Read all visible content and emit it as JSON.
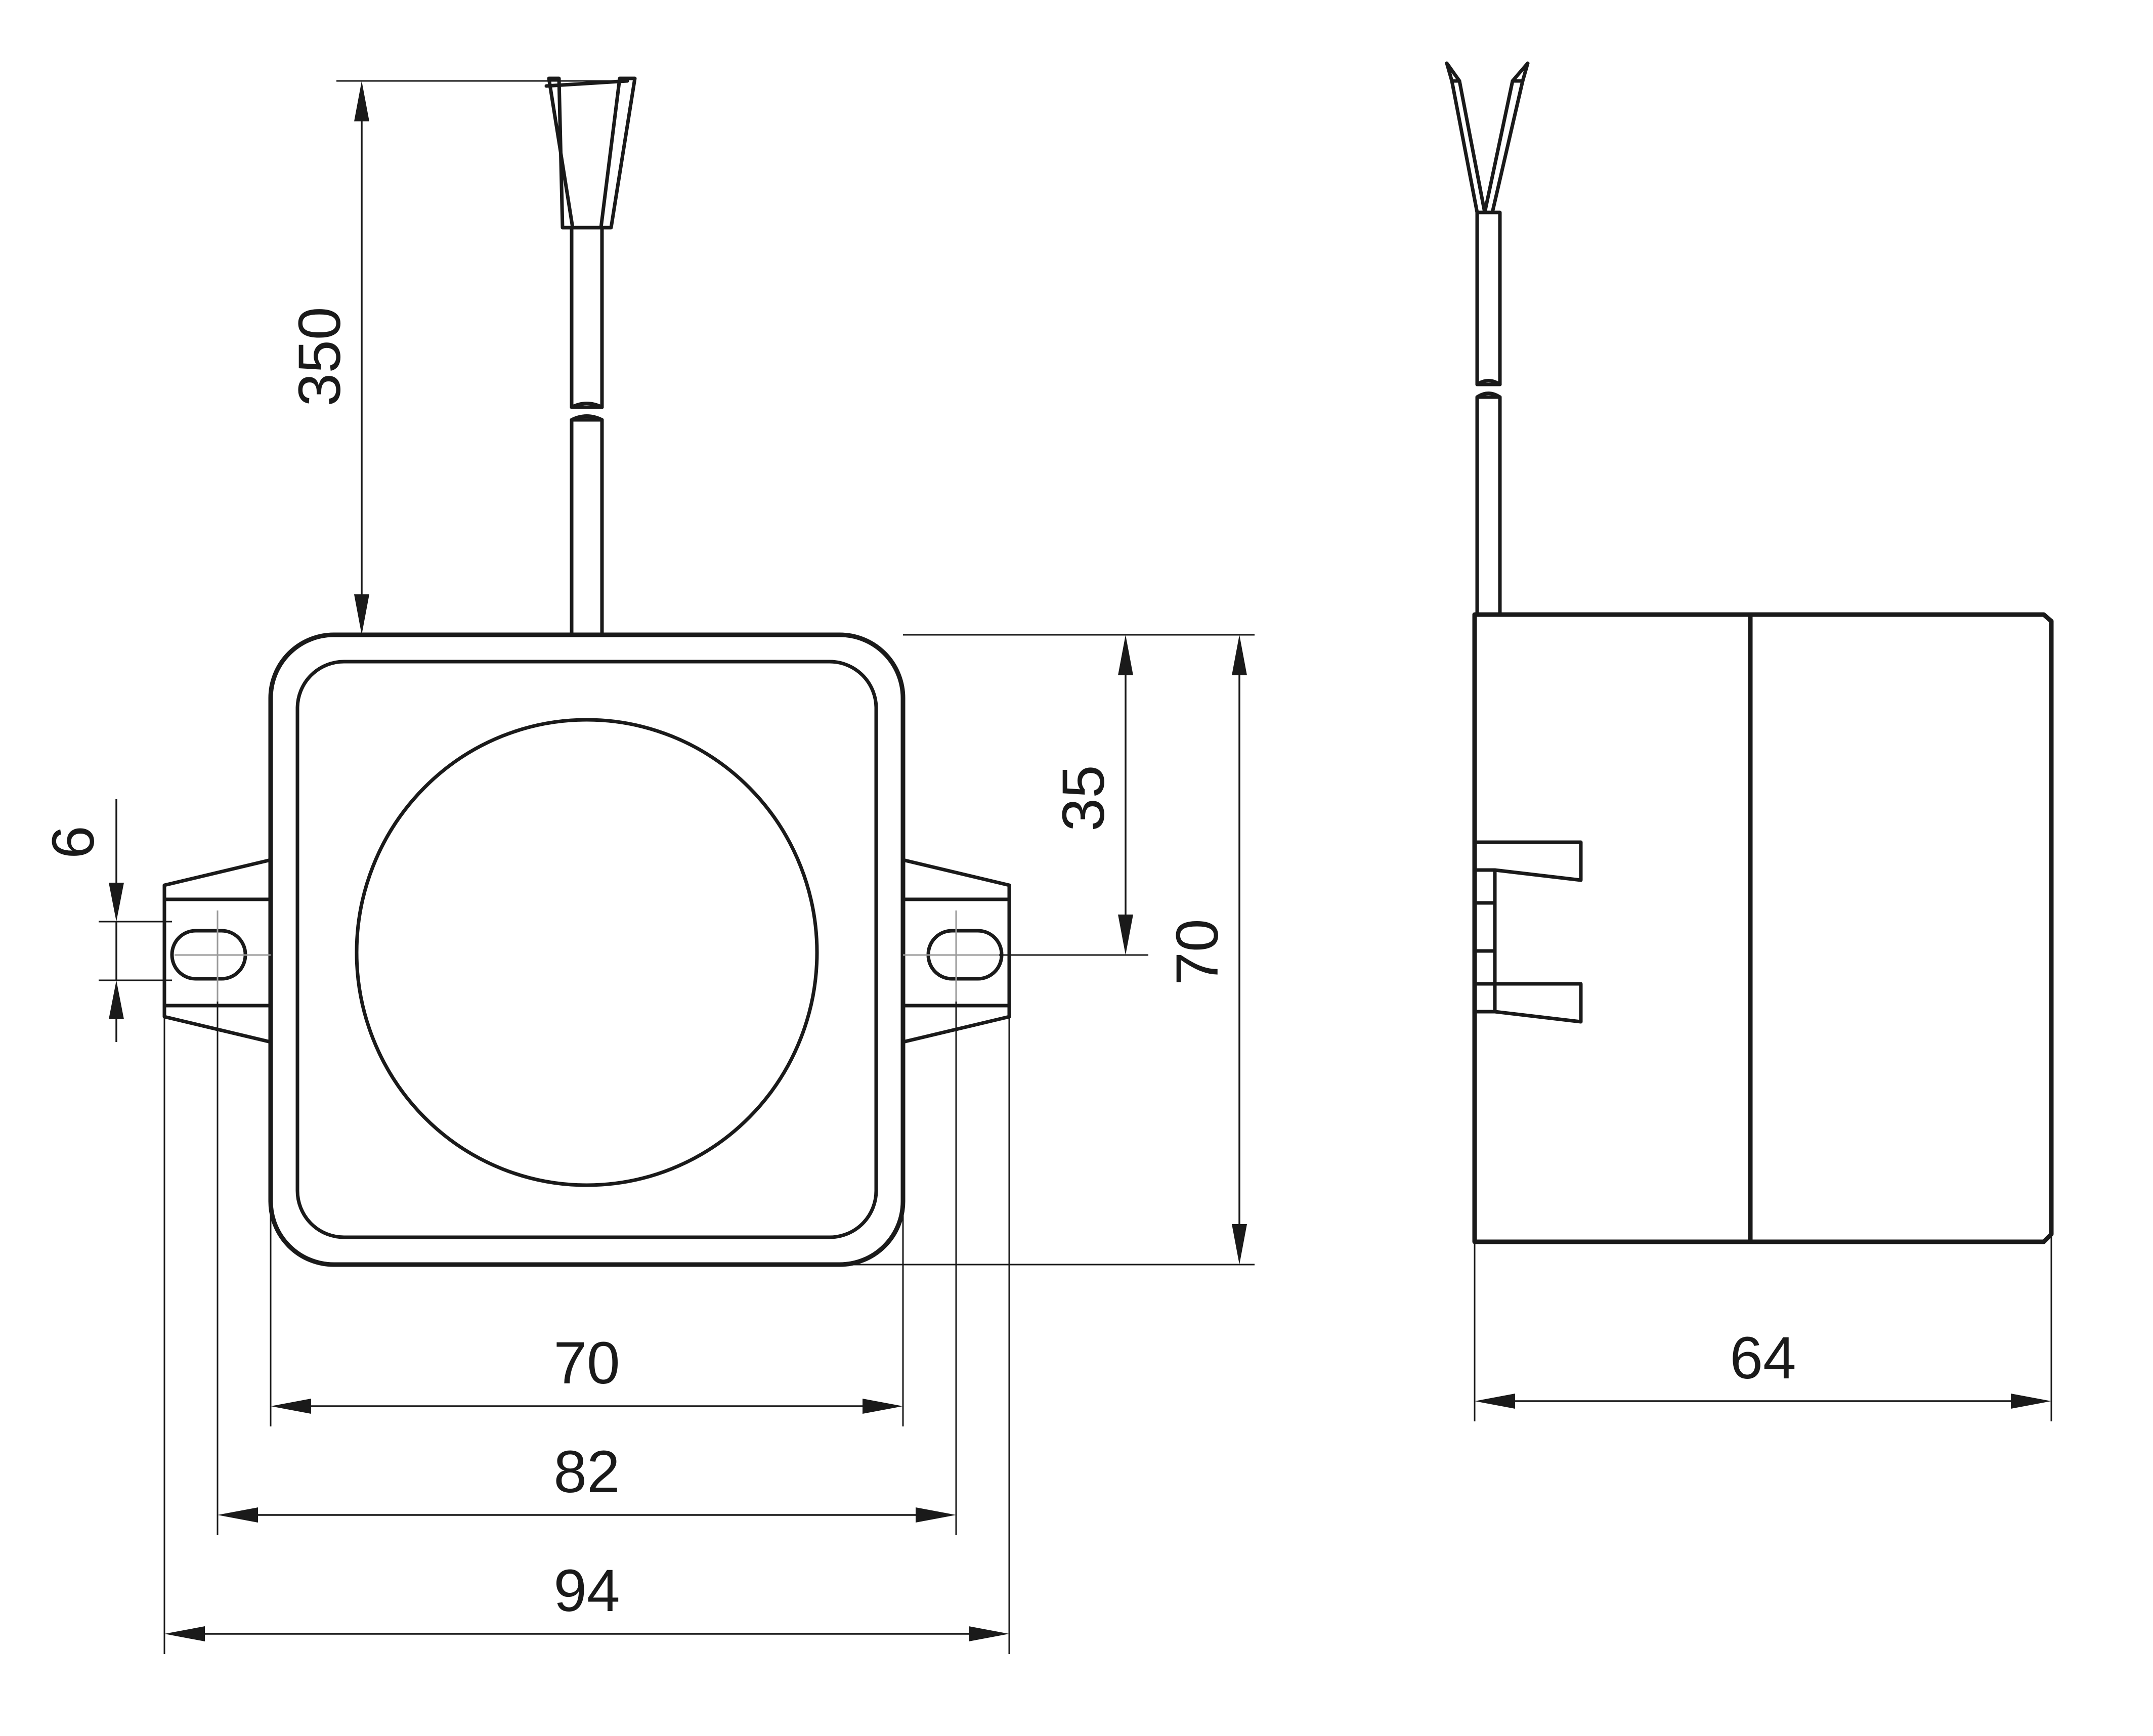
{
  "dimensions": {
    "cable_length": "350",
    "mount_hole_diameter": "6",
    "hole_center_offset": "35",
    "body_height": "70",
    "body_width": "70",
    "hole_spacing": "82",
    "overall_width": "94",
    "body_depth": "64"
  }
}
